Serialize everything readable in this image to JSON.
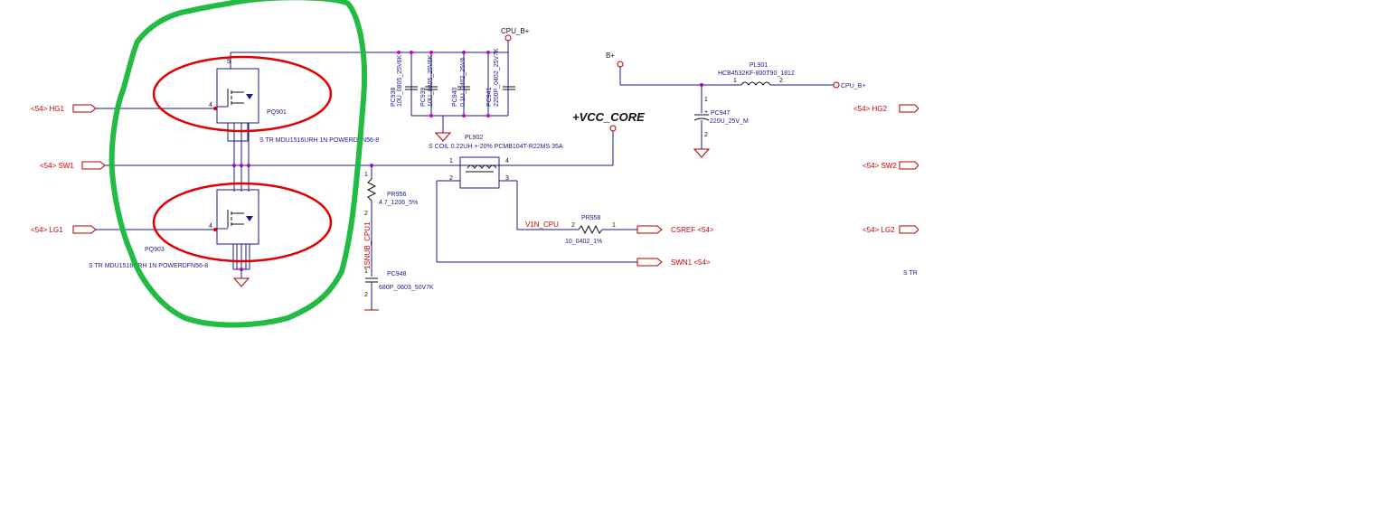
{
  "nets": {
    "cpu_b_plus_top": "CPU_B+",
    "b_plus": "B+",
    "cpu_b_plus_right": "CPU_B+",
    "vcc_core": "+VCC_CORE",
    "v1n_cpu": "V1N_CPU",
    "snub_cpu1": "1SNUB_CPU1"
  },
  "ports": {
    "hg1": "<54>  HG1",
    "sw1": "<54>  SW1",
    "lg1": "<54>  LG1",
    "hg2": "<54>  HG2",
    "sw2": "<54>  SW2",
    "lg2": "<54>  LG2",
    "csref": "CSREF  <54>",
    "swn1": "SWN1  <54>"
  },
  "components": {
    "pq901": {
      "ref": "PQ901",
      "desc": "S TR MDU1516URH 1N POWERDFN56-8"
    },
    "pq903": {
      "ref": "PQ903",
      "desc": "S TR MDU1516URH 1N POWERDFN56-8"
    },
    "pc938": {
      "ref": "PC938",
      "value": "10U_0805_25V6K"
    },
    "pc939": {
      "ref": "PC939",
      "value": "10U_0805_25V6K"
    },
    "pc940": {
      "ref": "PC940",
      "value": "0.1U_0402_25V6"
    },
    "pc941": {
      "ref": "PC941",
      "value": "2200P_0402_25V7K"
    },
    "pl902": {
      "ref": "PL902",
      "desc": "S COIL 0.22UH +-20% PCMB104T-R22MS 35A"
    },
    "pr956": {
      "ref": "PR956",
      "value": "4.7_1206_5%"
    },
    "pc948": {
      "ref": "PC948",
      "value": "680P_0603_50V7K"
    },
    "pr958": {
      "ref": "PR958",
      "value": "10_0402_1%"
    },
    "pl901": {
      "ref": "PL901",
      "value": "HCB4532KF-800T90_1812"
    },
    "pc947": {
      "ref": "PC947",
      "value": "220U_25V_M"
    }
  },
  "partial_label_right": "S TR",
  "colors": {
    "wire": "#1a1a8a",
    "label_red": "#cc0000",
    "junction": "#cc00cc",
    "highlight_circle": "#e00000",
    "highlight_outline": "#22bb44"
  }
}
